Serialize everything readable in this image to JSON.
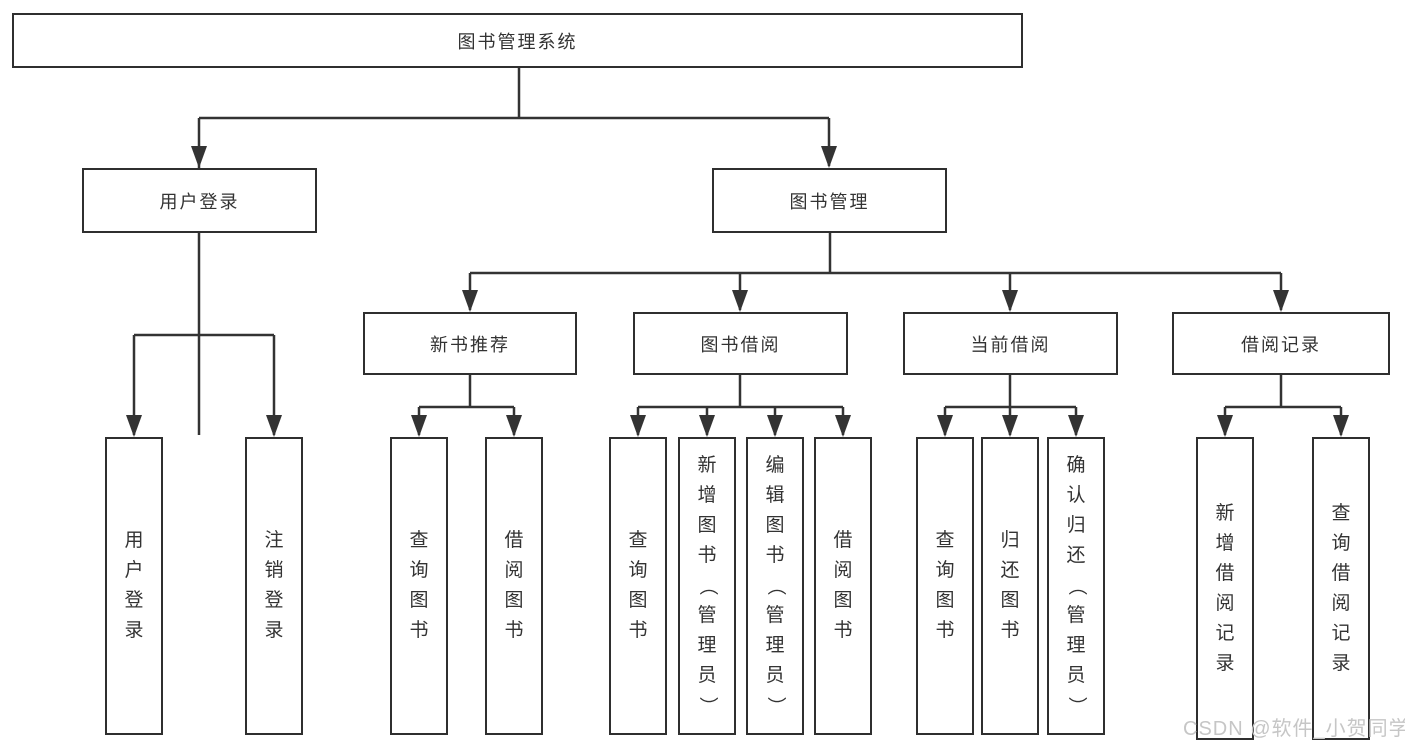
{
  "tree": {
    "label": "图书管理系统",
    "children": [
      {
        "label": "用户登录",
        "children": [
          {
            "label": "用户登录"
          },
          {
            "label": "注销登录"
          }
        ]
      },
      {
        "label": "图书管理",
        "children": [
          {
            "label": "新书推荐",
            "children": [
              {
                "label": "查询图书"
              },
              {
                "label": "借阅图书"
              }
            ]
          },
          {
            "label": "图书借阅",
            "children": [
              {
                "label": "查询图书"
              },
              {
                "label": "新增图书（管理员）"
              },
              {
                "label": "编辑图书（管理员）"
              },
              {
                "label": "借阅图书"
              }
            ]
          },
          {
            "label": "当前借阅",
            "children": [
              {
                "label": "查询图书"
              },
              {
                "label": "归还图书"
              },
              {
                "label": "确认归还（管理员）"
              }
            ]
          },
          {
            "label": "借阅记录",
            "children": [
              {
                "label": "新增借阅记录"
              },
              {
                "label": "查询借阅记录"
              }
            ]
          }
        ]
      }
    ]
  },
  "watermark": {
    "text": "CSDN @软件_小贺同学"
  },
  "colors": {
    "line": "#333333",
    "box_border": "#2f2f2f",
    "text": "#333333",
    "watermark": "#c6c6c6",
    "background": "#ffffff"
  }
}
